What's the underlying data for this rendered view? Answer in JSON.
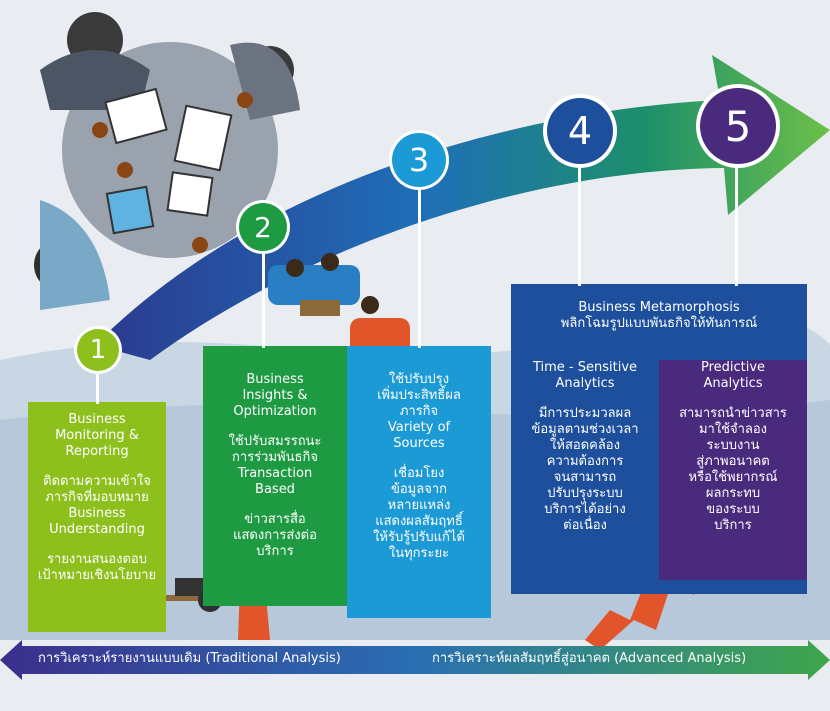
{
  "steps": [
    {
      "number": "1",
      "color": "#8dbf1d",
      "lines": [
        "Business\nMonitoring &\nReporting",
        "ติดตามความเข้าใจ\nภารกิจที่มอบหมาย\nBusiness\nUnderstanding",
        "รายงานสนองตอบ\nเป้าหมายเชิงนโยบาย"
      ]
    },
    {
      "number": "2",
      "color": "#1e9a43",
      "lines": [
        "Business\nInsights &\nOptimization",
        "ใช้ปรับสมรรถนะ\nการร่วมพันธกิจ\nTransaction\nBased",
        "ข่าวสารสื่อ\nแสดงการส่งต่อ\nบริการ"
      ]
    },
    {
      "number": "3",
      "color": "#1c9ad6",
      "lines": [
        "ใช้ปรับปรุง\nเพิ่มประสิทธิ์ผล\nภารกิจ\nVariety of\nSources",
        "เชื่อมโยง\nข้อมูลจาก\nหลายแหล่ง\nแสดงผลสัมฤทธิ์\nให้รับรู้ปรับแก้ได้\nในทุกระยะ"
      ]
    },
    {
      "number": "4",
      "color": "#1d4f9c",
      "header": "Business Metamorphosis\nพลิกโฉมรูปแบบพันธกิจให้ทันการณ์",
      "lines": [
        "Time - Sensitive\nAnalytics",
        "มีการประมวลผล\nข้อมูลตามช่วงเวลา\nให้สอดคล้อง\nความต้องการ\nจนสามารถ\nปรับปรุงระบบ\nบริการได้อย่าง\nต่อเนื่อง"
      ]
    },
    {
      "number": "5",
      "color": "#4a2a7d",
      "lines": [
        "Predictive\nAnalytics",
        "สามารถนำข่าวสาร\nมาใช้จำลอง\nระบบงาน\nสู่ภาพอนาคต\nหรือใช้พยากรณ์\nผลกระทบ\nของระบบ\nบริการ"
      ]
    }
  ],
  "bottom": {
    "left": "การวิเคราะห์รายงานแบบเดิม (Traditional Analysis)",
    "right": "การวิเคราะห์ผลสัมฤทธิ์สู่อนาคต (Advanced Analysis)"
  },
  "colors": {
    "arrow_start": "#2b3a8f",
    "arrow_end": "#6cc04a",
    "bottom_left": "#3c2f8c",
    "bottom_right": "#3fa64a"
  }
}
